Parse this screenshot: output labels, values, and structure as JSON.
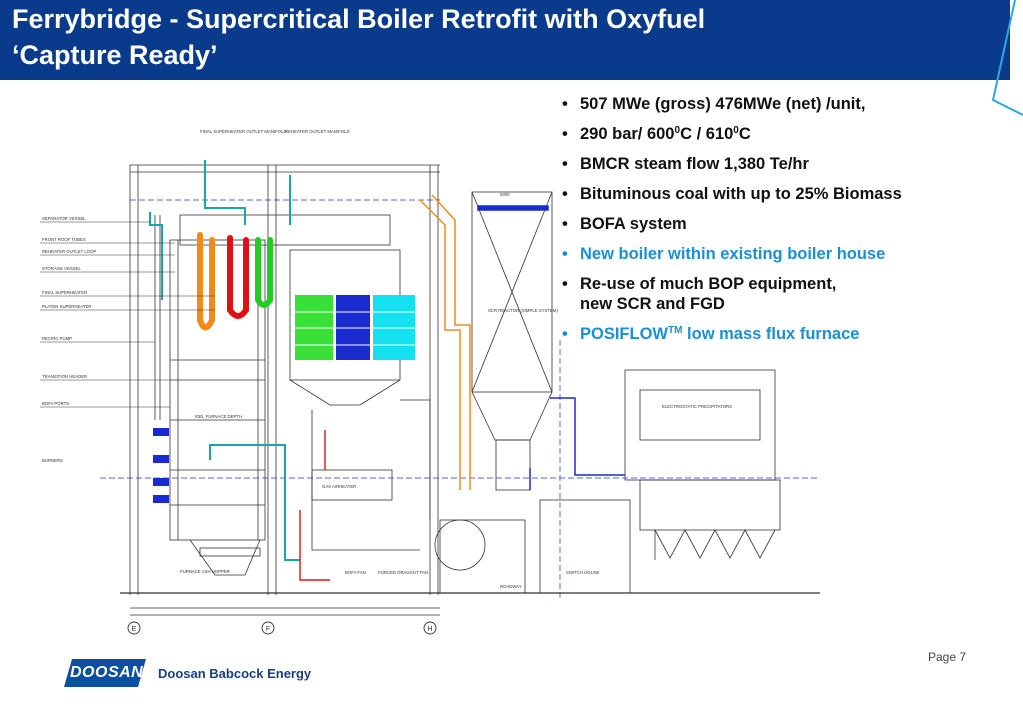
{
  "slide": {
    "title_line1": "Ferrybridge - Supercritical Boiler Retrofit with Oxyfuel",
    "title_line2": "‘Capture Ready’",
    "page": "Page 7"
  },
  "bullets": [
    {
      "text": "507 MWe (gross)  476MWe (net) /unit,",
      "color": "#111111"
    },
    {
      "html_parts": [
        "290 bar/ 600",
        "0",
        "C / 610",
        "0",
        "C"
      ],
      "color": "#111111"
    },
    {
      "text": "BMCR steam flow 1,380 Te/hr",
      "color": "#111111"
    },
    {
      "text": "Bituminous coal with up to 25% Biomass",
      "color": "#111111"
    },
    {
      "text": "BOFA system",
      "color": "#111111"
    },
    {
      "text": "New boiler within existing boiler house",
      "color": "#1a8fd8"
    },
    {
      "line1": "Re-use of much BOP equipment,",
      "line2": "new SCR and FGD",
      "color": "#111111"
    },
    {
      "parts": [
        "POSIFLOW",
        "TM",
        " low mass flux furnace"
      ],
      "color": "#1a8fd8"
    }
  ],
  "diagram_labels": {
    "final_sh_outlet": "FINAL SUPERHEATER OUTLET MANIFOLD",
    "reheater_outlet": "REHEATER OUTLET MANIFOLD",
    "separator_vessel": "SEPARATOR VESSEL",
    "front_roof": "FRONT ROOF TUBES",
    "reheater_outlet_loop": "REHEATER OUTLET LOOP",
    "storage_vessel": "STORAGE VESSEL",
    "final_superheater": "FINAL SUPERHEATER",
    "platen_superheater": "PLATEN SUPERHEATER",
    "recirc_pump": "RECIRC PUMP",
    "transition_header": "TRANSITION HEADER",
    "bofa_ports": "BOFA PORTS",
    "burners": "BURNERS",
    "furnace_ash_hopper": "FURNACE ASH HOPPER",
    "idf_furnace_depth": "IDEL FURNACE DEPTH",
    "gas_airheater": "GAS AIRHEATER",
    "forced_draught_fan": "FORCED DRAUGHT FAN",
    "bofa_fan": "BOFA FAN",
    "roadway": "ROADWAY",
    "switch_house": "SWITCH HOUSE",
    "esp": "ELECTROSTATIC PRECIPITATORS",
    "gas_recirc": "SCR REACTOR (SIMPLE SYSTEM)",
    "grid_e": "E",
    "grid_f": "F",
    "grid_h": "H",
    "dim_top": "9300"
  },
  "footer": {
    "logo_text": "DOOSAN",
    "company": "Doosan Babcock Energy"
  },
  "colors": {
    "title_bg": "#0a3a8c",
    "accent": "#1a8fd8",
    "orange": "#f28a1a",
    "red": "#e01010",
    "green": "#22cc22",
    "blue": "#1a2bd0",
    "cyan": "#14e0f0"
  }
}
